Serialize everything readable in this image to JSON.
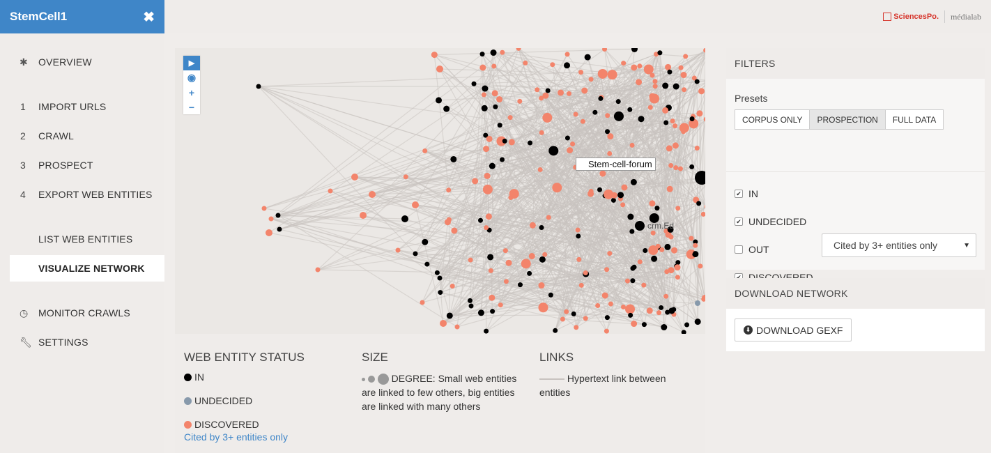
{
  "app": {
    "title": "StemCell1"
  },
  "sidebar": {
    "overview": "OVERVIEW",
    "steps": [
      {
        "num": "1",
        "label": "IMPORT URLS"
      },
      {
        "num": "2",
        "label": "CRAWL"
      },
      {
        "num": "3",
        "label": "PROSPECT"
      },
      {
        "num": "4",
        "label": "EXPORT WEB ENTITIES"
      }
    ],
    "list_web_entities": "LIST WEB ENTITIES",
    "visualize_network": "VISUALIZE NETWORK",
    "monitor_crawls": "MONITOR CRAWLS",
    "settings": "SETTINGS"
  },
  "brand": {
    "sciencespo": "SciencesPo.",
    "medialab": "médialab"
  },
  "graph": {
    "tooltip": "Stem-cell-forum",
    "label_crm": "crm.Ed",
    "colors": {
      "in": "#000000",
      "undecided": "#8799ab",
      "discovered": "#f3846b",
      "link": "#c8c3bf"
    }
  },
  "legend": {
    "status_title": "WEB ENTITY STATUS",
    "in": "IN",
    "undecided": "UNDECIDED",
    "discovered": "DISCOVERED",
    "cited_link": "Cited by 3+ entities only",
    "size_title": "SIZE",
    "size_text": "DEGREE: Small web entities are linked to few others, big entities are linked with many others",
    "links_title": "LINKS",
    "links_text": "Hypertext link between entities"
  },
  "filters": {
    "title": "FILTERS",
    "presets_label": "Presets",
    "presets": [
      "CORPUS ONLY",
      "PROSPECTION",
      "FULL DATA"
    ],
    "active_preset": "PROSPECTION",
    "checks": [
      {
        "label": "IN",
        "checked": true
      },
      {
        "label": "UNDECIDED",
        "checked": true
      },
      {
        "label": "OUT",
        "checked": false
      },
      {
        "label": "DISCOVERED",
        "checked": true
      }
    ],
    "discovered_select": "Cited by 3+ entities only"
  },
  "download": {
    "title": "DOWNLOAD NETWORK",
    "button": "DOWNLOAD GEXF"
  }
}
